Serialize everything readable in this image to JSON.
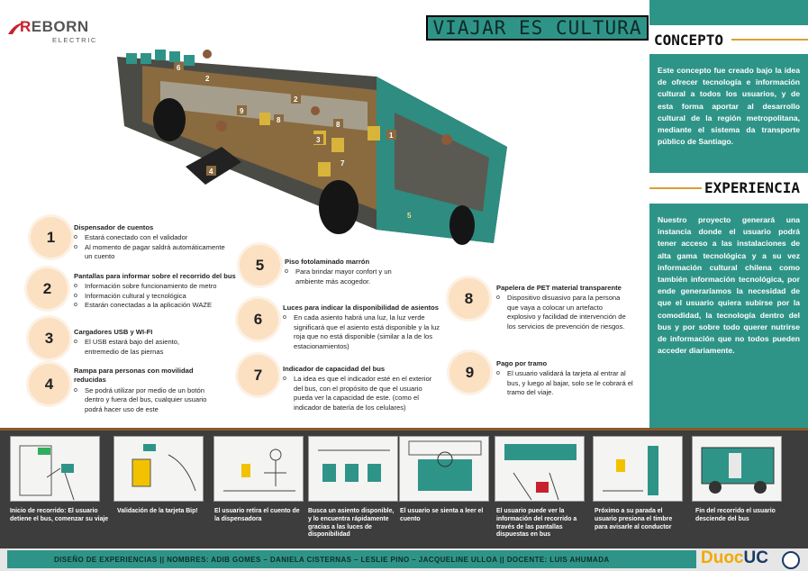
{
  "brand": {
    "name_first": "R",
    "name_rest": "EBORN",
    "sub": "ELECTRIC"
  },
  "title": "VIAJAR ES CULTURA",
  "concepto": {
    "heading": "CONCEPTO",
    "text": "Este concepto fue creado bajo la idea de ofrecer tecnología e información cultural a todos los usuarios, y de esta forma aportar al desarrollo cultural de la región metropolitana, mediante el sistema da transporte público de Santiago."
  },
  "experiencia": {
    "heading": "EXPERIENCIA",
    "text": "Nuestro proyecto generará una instancia donde el usuario podrá tener acceso a las instalaciones de alta gama tecnológica y a su vez información cultural chilena como también información tecnológica, por ende generaríamos la necesidad de que el usuario quiera subirse por la comodidad, la tecnología dentro del bus y por sobre todo querer nutrirse de información que no todos pueden acceder diariamente."
  },
  "bus_labels": [
    "6",
    "2",
    "9",
    "8",
    "2",
    "3",
    "8",
    "1",
    "7",
    "4",
    "5"
  ],
  "features": [
    {
      "num": "1",
      "title": "Dispensador de cuentos",
      "items": [
        "Estará conectado con el validador",
        "Al momento de pagar saldrá automáticamente un cuento"
      ]
    },
    {
      "num": "2",
      "title": "Pantallas para informar sobre el recorrido del bus",
      "items": [
        "Información sobre funcionamiento de metro",
        "Información cultural y tecnológica",
        "Estarán conectadas a la aplicación WAZE"
      ]
    },
    {
      "num": "3",
      "title": "Cargadores USB y WI-FI",
      "items": [
        "El USB estará bajo del asiento, entremedio de las piernas"
      ]
    },
    {
      "num": "4",
      "title": "Rampa para personas con movilidad reducidas",
      "items": [
        "Se podrá utilizar por medio de un botón dentro y fuera del bus, cualquier usuario podrá hacer uso de este"
      ]
    },
    {
      "num": "5",
      "title": "Piso fotolaminado marrón",
      "items": [
        "Para brindar mayor confort y un ambiente más acogedor."
      ]
    },
    {
      "num": "6",
      "title": "Luces para indicar la disponibilidad de asientos",
      "items": [
        "En cada asiento habrá una luz, la luz verde significará que el asiento está disponible y  la luz roja que no está disponible (similar a la de los estacionamientos)"
      ]
    },
    {
      "num": "7",
      "title": "Indicador de capacidad del bus",
      "items": [
        "La idea es que el indicador esté en el exterior del bus, con el propósito de que el usuario pueda ver la capacidad de este. (como el indicador de batería de los celulares)"
      ]
    },
    {
      "num": "8",
      "title": "Papelera de PET material transparente",
      "items": [
        "Dispositivo disuasivo para la persona que vaya a colocar un artefacto explosivo y facilidad de intervención de los servicios de prevención de riesgos."
      ]
    },
    {
      "num": "9",
      "title": "Pago por tramo",
      "items": [
        "El usuario validará la tarjeta al entrar al bus, y luego al bajar, solo se le cobrará el tramo del viaje."
      ]
    }
  ],
  "storyboard": [
    "Inicio de recorrido: El usuario detiene el bus, comenzar su viaje",
    "Validación de la tarjeta Bip!",
    "El usuario retira el cuento de la dispensadora",
    "Busca un asiento disponible, y lo encuentra rápidamente gracias a las luces de disponibilidad",
    "El usuario se sienta a leer el cuento",
    "El usuario puede ver la información del recorrido a través de las pantallas dispuestas en bus",
    "Próximo a su parada el usuario presiona el timbre para avisarle al conductor",
    "Fin del recorrido el usuario desciende del bus"
  ],
  "footer": "DISEÑO DE EXPERIENCIAS || NOMBRES: ADIB GOMES –  DANIELA CISTERNAS –  LESLIE PINO –  JACQUELINE ULLOA ||  DOCENTE: LUIS AHUMADA",
  "institution": {
    "part1": "Duoc",
    "part2": "UC"
  },
  "colors": {
    "teal": "#2f9488",
    "gold": "#d9a033",
    "peach": "#fbe0c2"
  }
}
